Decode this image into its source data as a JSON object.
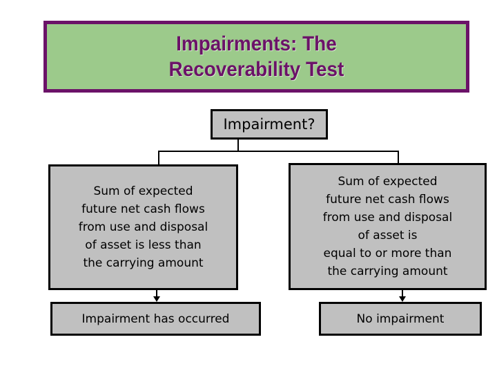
{
  "slide": {
    "title": "Impairments: The\nRecoverability Test",
    "title_bg_color": "#9CCA8B",
    "title_border_color": "#6B1268",
    "title_text_color": "#6B1268",
    "box_fill_color": "#C0C0C0",
    "box_border_color": "#000000",
    "canvas_bg_color": "#FFFFFF"
  },
  "flowchart": {
    "decision": {
      "label": "Impairment?"
    },
    "branches": [
      {
        "condition": "Sum of expected\nfuture net cash flows\nfrom use and disposal\nof asset is less than\nthe carrying amount",
        "outcome": "Impairment has occurred"
      },
      {
        "condition": "Sum of expected\nfuture net cash flows\nfrom use and disposal\nof asset is\nequal to or more than\nthe carrying amount",
        "outcome": "No impairment"
      }
    ]
  }
}
